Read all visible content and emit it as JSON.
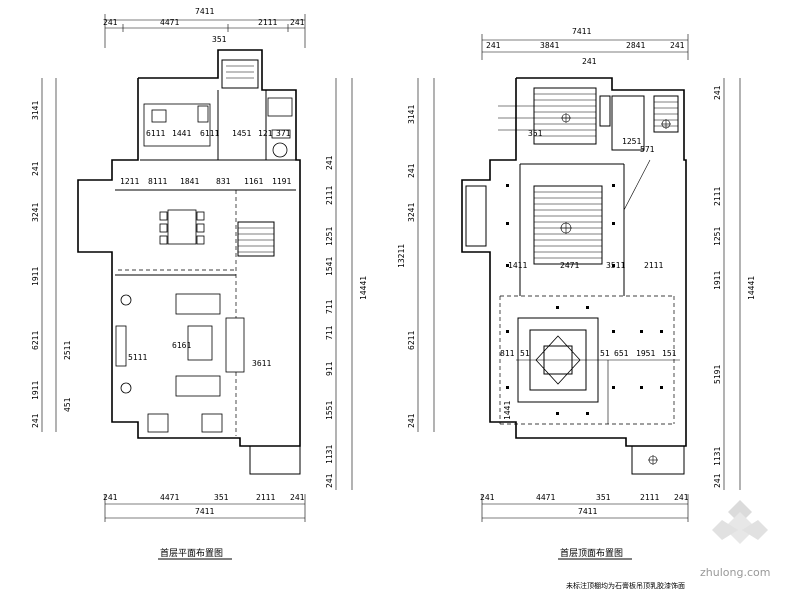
{
  "plans": [
    {
      "title": "首层平面布置图",
      "top_total": "7411",
      "top_segments": [
        "241",
        "4471",
        "2111",
        "241"
      ],
      "top_sub": "351",
      "bottom_segments": [
        "241",
        "4471",
        "351",
        "2111",
        "241"
      ],
      "bottom_total": "7411",
      "left_outer": [
        "3141",
        "241",
        "3241",
        "1911",
        "6211",
        "1911",
        "241"
      ],
      "left_inner": [
        "2511",
        "451"
      ],
      "right_inner": [
        "241",
        "2111",
        "1251",
        "1541",
        "711",
        "711",
        "911",
        "1551",
        "1131",
        "241"
      ],
      "right_total": "14441",
      "row_labels": [
        "1211",
        "8111",
        "1841",
        "831",
        "1161",
        "1191"
      ],
      "room_labels": [
        "6111",
        "1441",
        "6111",
        "1451",
        "121",
        "371",
        "6161",
        "5111",
        "3611"
      ]
    },
    {
      "title": "首层顶面布置图",
      "top_total": "7411",
      "top_segments": [
        "241",
        "3841",
        "2841",
        "241"
      ],
      "top_sub": "241",
      "bottom_segments": [
        "241",
        "4471",
        "351",
        "2111",
        "241"
      ],
      "bottom_total": "7411",
      "left_outer": [
        "3141",
        "241",
        "3241",
        "6211",
        "241"
      ],
      "left_total": "13211",
      "right_inner": [
        "241",
        "2111",
        "1251",
        "1911",
        "5191",
        "1131",
        "241"
      ],
      "right_total": "14441",
      "ceiling_labels": [
        "351",
        "1251",
        "571",
        "1411",
        "2471",
        "3511",
        "2111",
        "811",
        "51",
        "51",
        "651",
        "1951",
        "151",
        "1441"
      ],
      "note": "未标注顶棚均为石膏板吊顶乳胶漆饰面"
    }
  ],
  "watermark": "zhulong.com"
}
